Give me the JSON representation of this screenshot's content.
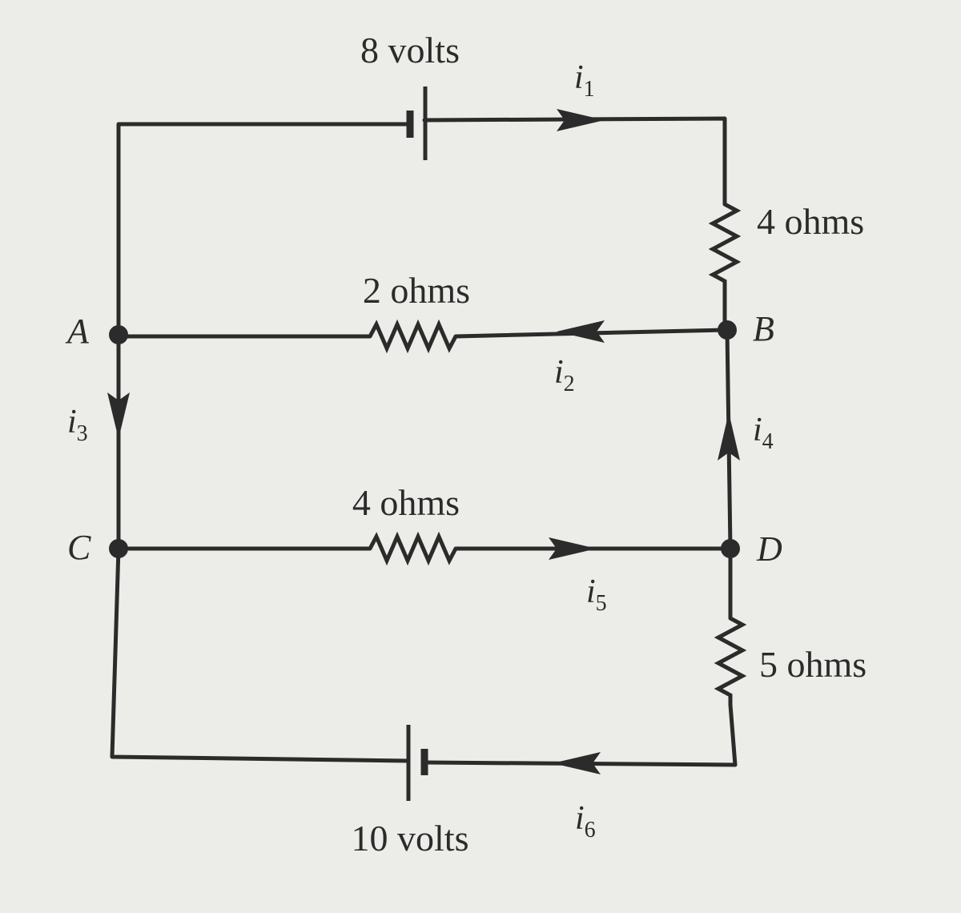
{
  "components": {
    "battery_top": "8 volts",
    "battery_bottom": "10 volts",
    "resistor_right_top": "4 ohms",
    "resistor_ab": "2 ohms",
    "resistor_cd": "4 ohms",
    "resistor_right_bottom": "5 ohms"
  },
  "nodes": {
    "a": "A",
    "b": "B",
    "c": "C",
    "d": "D"
  },
  "currents": {
    "i1": {
      "sym": "i",
      "sub": "1"
    },
    "i2": {
      "sym": "i",
      "sub": "2"
    },
    "i3": {
      "sym": "i",
      "sub": "3"
    },
    "i4": {
      "sym": "i",
      "sub": "4"
    },
    "i5": {
      "sym": "i",
      "sub": "5"
    },
    "i6": {
      "sym": "i",
      "sub": "6"
    }
  }
}
